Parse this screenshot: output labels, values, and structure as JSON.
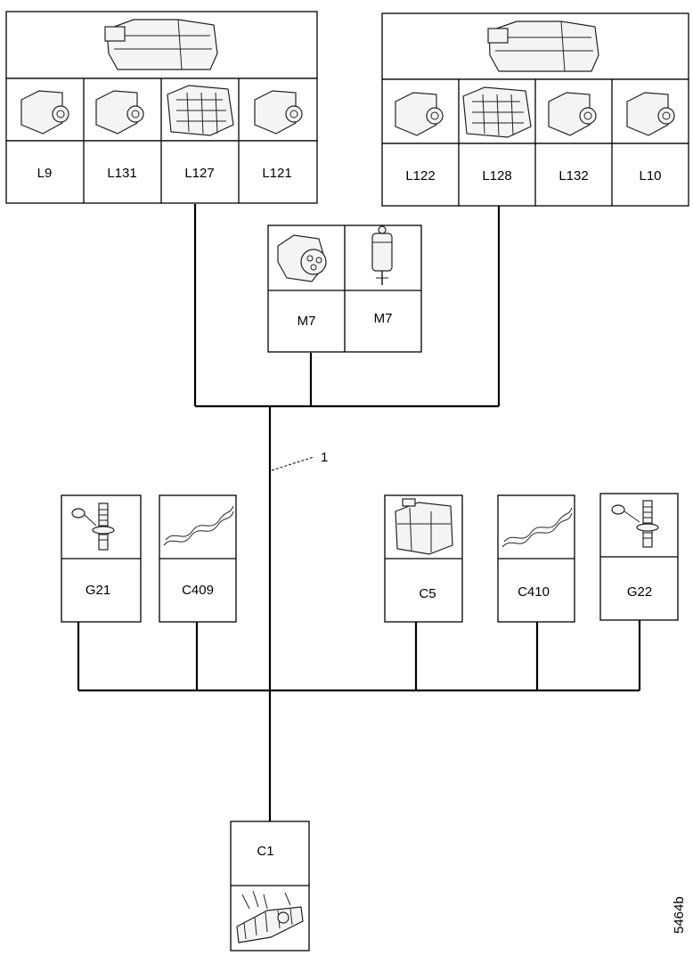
{
  "harness_number": "1",
  "image_code": "5464b",
  "left_headlamp": {
    "connectors": [
      "L9",
      "L131",
      "L127",
      "L121"
    ]
  },
  "right_headlamp": {
    "connectors": [
      "L122",
      "L128",
      "L132",
      "L10"
    ]
  },
  "motor": {
    "labels": [
      "M7",
      "M7"
    ]
  },
  "ground_row": {
    "left": [
      {
        "label": "G21",
        "icon": "ground-terminal-icon"
      },
      {
        "label": "C409",
        "icon": "splice-icon"
      }
    ],
    "right": [
      {
        "label": "C5",
        "icon": "connector-icon"
      },
      {
        "label": "C410",
        "icon": "splice-icon"
      },
      {
        "label": "G22",
        "icon": "ground-terminal-icon"
      }
    ]
  },
  "bottom_connector": {
    "label": "C1",
    "icon": "harness-connector-icon"
  }
}
